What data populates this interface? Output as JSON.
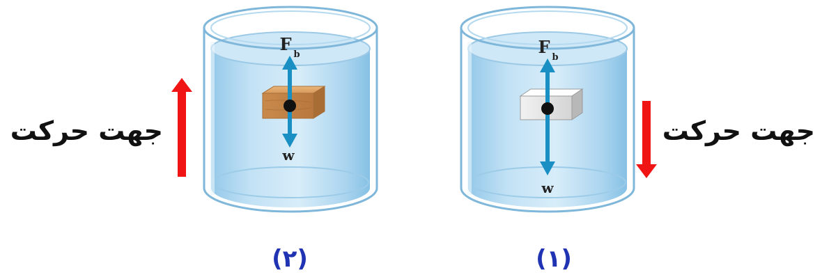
{
  "colors": {
    "arrow_red": "#f01414",
    "arrow_blue": "#1a8fc4",
    "water": "#a9d4ee",
    "label_blue": "#1f33b3"
  },
  "figure_left": {
    "direction_label": "جهت حرکت",
    "number_label": "(۲)",
    "force_up_label": "F",
    "force_up_sub": "b",
    "force_down_label": "w",
    "block": "wood-block",
    "motion": "up"
  },
  "figure_right": {
    "direction_label": "جهت حرکت",
    "number_label": "(۱)",
    "force_up_label": "F",
    "force_up_sub": "b",
    "force_down_label": "w",
    "block": "metal-block",
    "motion": "down"
  }
}
